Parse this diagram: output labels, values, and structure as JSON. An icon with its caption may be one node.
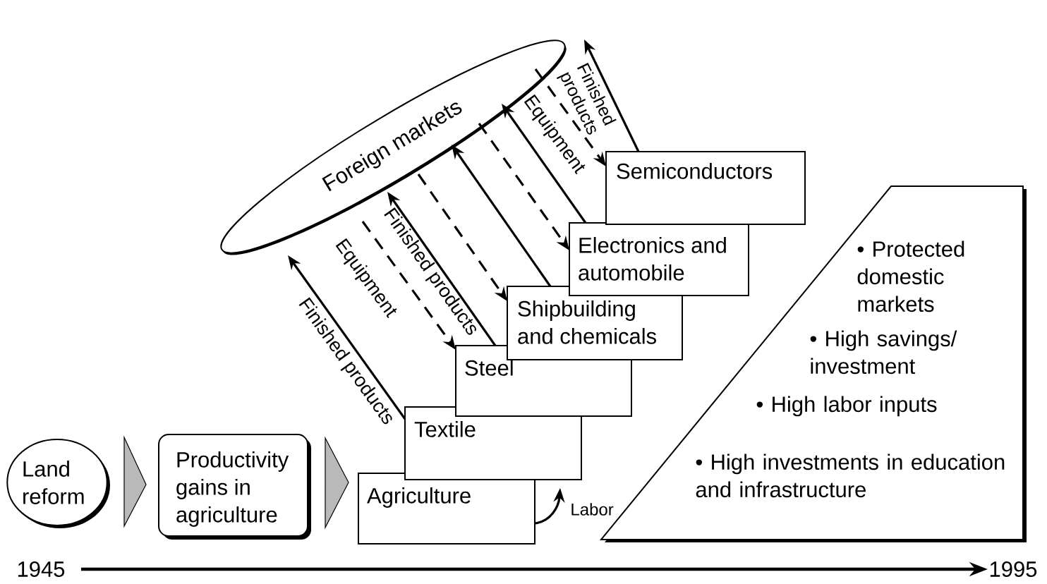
{
  "diagram": {
    "nodes": [
      {
        "text": [
          "Land reform"
        ]
      },
      {
        "text": [
          "Productivity gains in agriculture"
        ]
      },
      {
        "text": [
          "Agriculture"
        ]
      },
      {
        "text": [
          "Textile"
        ]
      },
      {
        "text": [
          "Steel"
        ]
      },
      {
        "text": [
          "Shipbuilding and chemicals"
        ]
      },
      {
        "text": [
          "Electronics and automobile"
        ]
      },
      {
        "text": [
          "Semiconductors"
        ]
      },
      {
        "text": [
          "Foreign markets"
        ]
      },
      {
        "text": [
          "• Protected domestic markets",
          "• High savings/ investment",
          "• High labor inputs",
          "• High investments in education and infrastructure"
        ]
      }
    ],
    "edges": [
      {
        "from": 0,
        "to": 1,
        "arrow": "to"
      },
      {
        "from": 1,
        "to": 2,
        "arrow": "to"
      },
      {
        "from": 2,
        "to": 3,
        "arrow": "to",
        "label": "Labor"
      },
      {
        "from": 3,
        "to": 8,
        "arrow": "to",
        "label": "Finished products"
      },
      {
        "from": 8,
        "to": 4,
        "arrow": "to",
        "label": "Equipment",
        "style": "dashed"
      },
      {
        "from": 4,
        "to": 8,
        "arrow": "to",
        "label": "Finished products"
      },
      {
        "from": 8,
        "to": 5,
        "arrow": "to",
        "style": "dashed"
      },
      {
        "from": 5,
        "to": 8,
        "arrow": "to"
      },
      {
        "from": 8,
        "to": 6,
        "arrow": "to",
        "style": "dashed"
      },
      {
        "from": 6,
        "to": 8,
        "arrow": "to"
      },
      {
        "from": 8,
        "to": 7,
        "arrow": "to",
        "label": "Equipment",
        "style": "dashed"
      },
      {
        "from": 7,
        "to": 8,
        "arrow": "to",
        "label": "Finished products"
      }
    ],
    "labels": [
      "1945",
      "1995"
    ]
  }
}
